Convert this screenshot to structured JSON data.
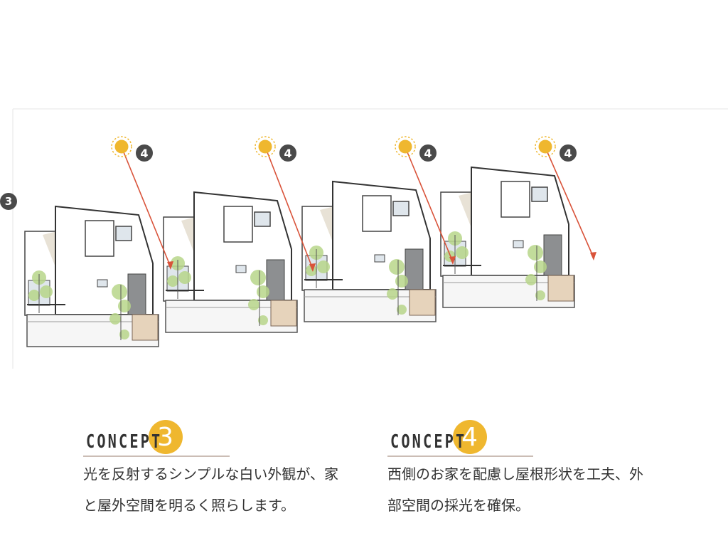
{
  "side_badge": "3",
  "sun_badges": [
    "4",
    "4",
    "4",
    "4"
  ],
  "concepts": [
    {
      "word": "CONCEPT",
      "number": "3",
      "text": "光を反射するシンプルな白い外観が、家と屋外空間を明るく照らします。"
    },
    {
      "word": "CONCEPT",
      "number": "4",
      "text": "西側のお家を配慮し屋根形状を工夫、外部空間の採光を確保。"
    }
  ],
  "colors": {
    "sun": "#efb72f",
    "arrow": "#d9533a",
    "badge": "#4a4a4a",
    "underline": "#cbbdb5"
  }
}
